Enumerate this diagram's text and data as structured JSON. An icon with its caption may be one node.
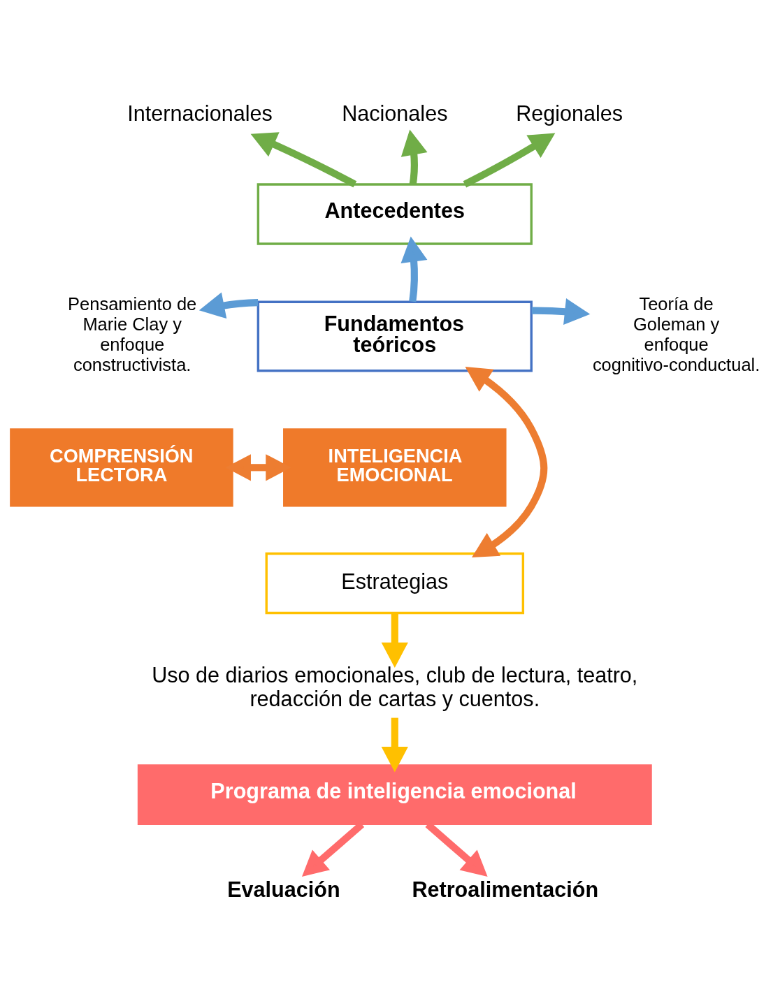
{
  "diagram": {
    "nodes": [
      {
        "text": [
          "Internacionales"
        ]
      },
      {
        "text": [
          "Nacionales"
        ]
      },
      {
        "text": [
          "Regionales"
        ]
      },
      {
        "text": [
          "Antecedentes"
        ]
      },
      {
        "text": [
          "Pensamiento de Marie Clay y enfoque constructivista."
        ]
      },
      {
        "text": [
          "Fundamentos teóricos"
        ]
      },
      {
        "text": [
          "Teoría de Goleman y enfoque cognitivo-conductual."
        ]
      },
      {
        "text": [
          "COMPRENSIÓN LECTORA"
        ]
      },
      {
        "text": [
          "INTELIGENCIA EMOCIONAL"
        ]
      },
      {
        "text": [
          "Estrategias"
        ]
      },
      {
        "text": [
          "Uso de diarios emocionales, club de lectura, teatro, redacción de cartas y cuentos."
        ]
      },
      {
        "text": [
          "Programa de inteligencia emocional"
        ]
      },
      {
        "text": [
          "Evaluación"
        ]
      },
      {
        "text": [
          "Retroalimentación"
        ]
      }
    ],
    "edges": [
      {
        "from": 3,
        "to": 0,
        "arrow": "to",
        "color": "#70ad47"
      },
      {
        "from": 3,
        "to": 1,
        "arrow": "to",
        "color": "#70ad47"
      },
      {
        "from": 3,
        "to": 2,
        "arrow": "to",
        "color": "#70ad47"
      },
      {
        "from": 5,
        "to": 3,
        "arrow": "to",
        "color": "#5b9bd5"
      },
      {
        "from": 5,
        "to": 4,
        "arrow": "to",
        "color": "#5b9bd5"
      },
      {
        "from": 5,
        "to": 6,
        "arrow": "to",
        "color": "#5b9bd5"
      },
      {
        "from": 7,
        "to": 8,
        "arrow": "both",
        "color": "#ed7d31"
      },
      {
        "from": 5,
        "to": 9,
        "arrow": "both",
        "color": "#ed7d31"
      },
      {
        "from": 9,
        "to": 10,
        "arrow": "to",
        "color": "#ffc000"
      },
      {
        "from": 10,
        "to": 11,
        "arrow": "to",
        "color": "#ffc000"
      },
      {
        "from": 11,
        "to": 12,
        "arrow": "to",
        "color": "#ff6b6b"
      },
      {
        "from": 11,
        "to": 13,
        "arrow": "to",
        "color": "#ff6b6b"
      }
    ]
  }
}
